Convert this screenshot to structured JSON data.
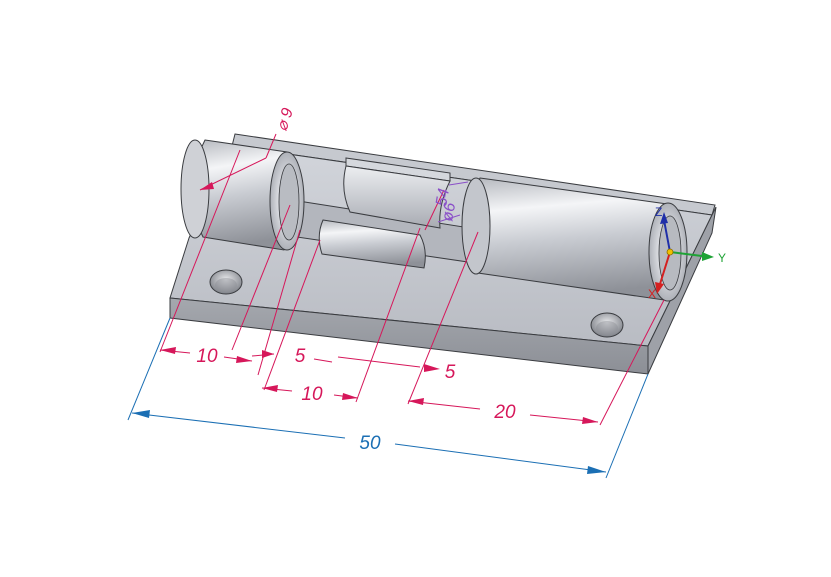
{
  "dimensions": {
    "d10a": "10",
    "d5a": "5",
    "d10b": "10",
    "d5b": "5",
    "d20": "20",
    "d50": "50",
    "diameter": "⌀ 9",
    "pmi_a": "54",
    "pmi_b": "ø6"
  },
  "triad": {
    "x": "X",
    "y": "Y",
    "z": "Z"
  },
  "colors": {
    "dimension": "#d6175a",
    "overall_dimension": "#1b6fb4",
    "pmi": "#8a4fc8",
    "body": "#c5c8ce",
    "edge": "#3a3c40"
  }
}
